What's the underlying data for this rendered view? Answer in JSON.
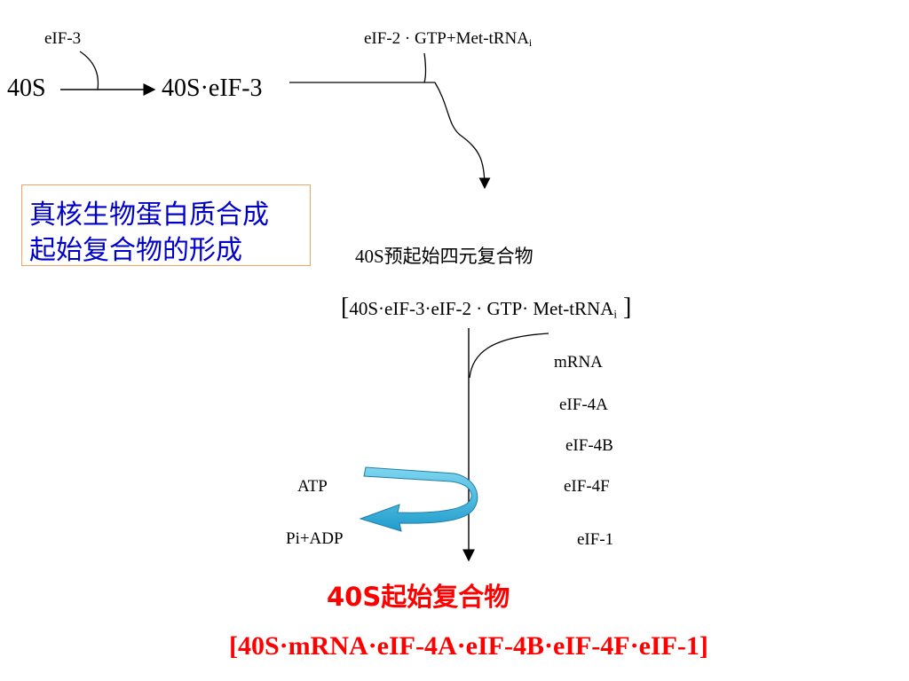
{
  "top": {
    "eif3_label": "eIF-3",
    "eif2_label": "eIF-2 · GTP+Met-tRNA",
    "eif2_sub": "i",
    "s40": "40S",
    "s40_eif3": "40S·eIF-3"
  },
  "title_box": {
    "line1": "真核生物蛋白质合成",
    "line2": "起始复合物的形成"
  },
  "ternary": {
    "name": "40S预起始四元复合物",
    "formula_open": "[",
    "formula_main": "40S·eIF-3·eIF-2 · GTP· Met-tRNA",
    "formula_sub": "i",
    "formula_close": " ]"
  },
  "factors": [
    "mRNA",
    "eIF-4A",
    "eIF-4B",
    "eIF-4F",
    "eIF-1"
  ],
  "energy": {
    "atp": "ATP",
    "products": "Pi+ADP"
  },
  "result": {
    "name": "40S起始复合物",
    "formula": "[40S·mRNA·eIF-4A·eIF-4B·eIF-4F·eIF-1]"
  },
  "colors": {
    "title_blue": "#0000cc",
    "result_red": "#ff0000",
    "box_border": "#f4a460",
    "arrow_cyan": "#29b6e3"
  }
}
